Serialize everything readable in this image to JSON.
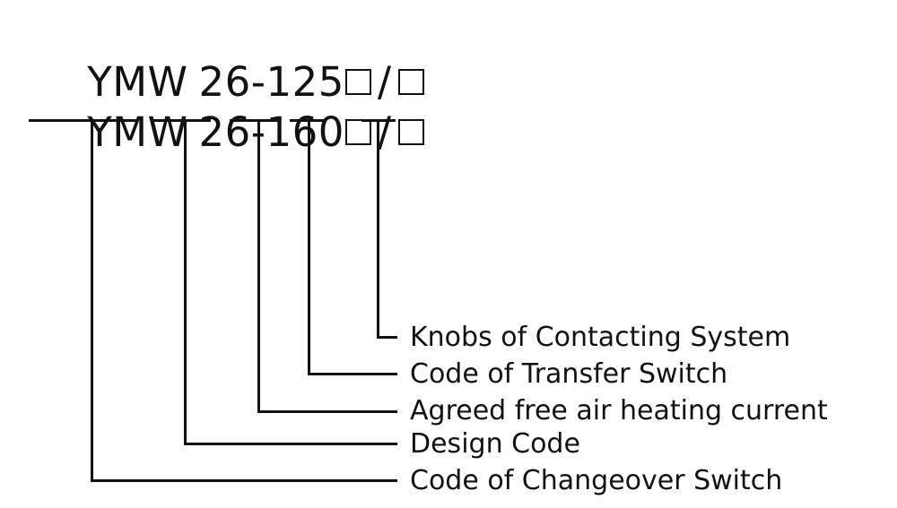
{
  "diagram": {
    "title_type": "model-designation-breakdown",
    "code_lines": [
      {
        "prefix": "YMW",
        "number": "26-125",
        "box1": "□",
        "separator": "/",
        "box2": "□",
        "full_text": "YMW 26-125□/□"
      },
      {
        "prefix": "YMW",
        "number": "26-160",
        "box1": "□",
        "separator": "/",
        "box2": "□",
        "full_text": "YMW 26-160□/□"
      }
    ],
    "callouts": [
      {
        "id": "knobs",
        "label": "Knobs of Contacting System"
      },
      {
        "id": "transfer",
        "label": "Code of Transfer Switch"
      },
      {
        "id": "current",
        "label": "Agreed free air heating current"
      },
      {
        "id": "design",
        "label": "Design Code"
      },
      {
        "id": "changeover",
        "label": "Code of Changeover Switch"
      }
    ],
    "colors": {
      "line": "#111111",
      "text": "#111111",
      "background": "#ffffff"
    }
  }
}
